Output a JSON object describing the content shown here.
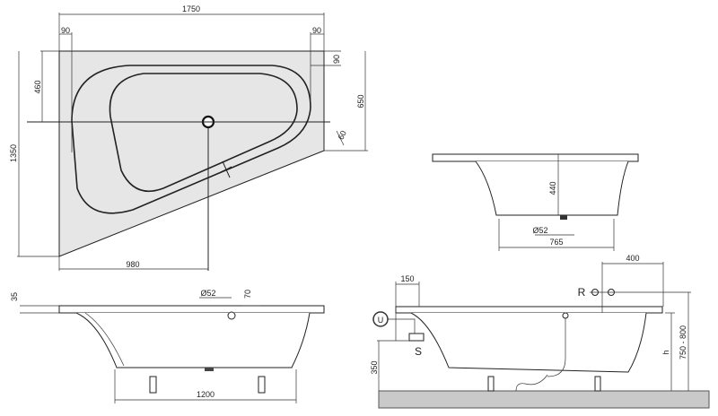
{
  "top_view": {
    "width": "1750",
    "rim_left": "90",
    "rim_right": "90",
    "rim_top": "90",
    "drain_offset": "460",
    "right_side": "650",
    "depth": "1350",
    "drain_distance": "980",
    "corner": "60"
  },
  "end_view": {
    "inner_depth": "440",
    "drain": "Ø52",
    "bottom_width": "765"
  },
  "side_view": {
    "rim_thickness": "35",
    "drain": "Ø52",
    "overflow": "70",
    "feet_spacing": "1200"
  },
  "install_view": {
    "supply_offset": "150",
    "tap_offset": "400",
    "tap_label": "R",
    "u_label": "U",
    "s_label": "S",
    "s_height": "350",
    "h_label": "h",
    "total_height": "750 - 800"
  }
}
